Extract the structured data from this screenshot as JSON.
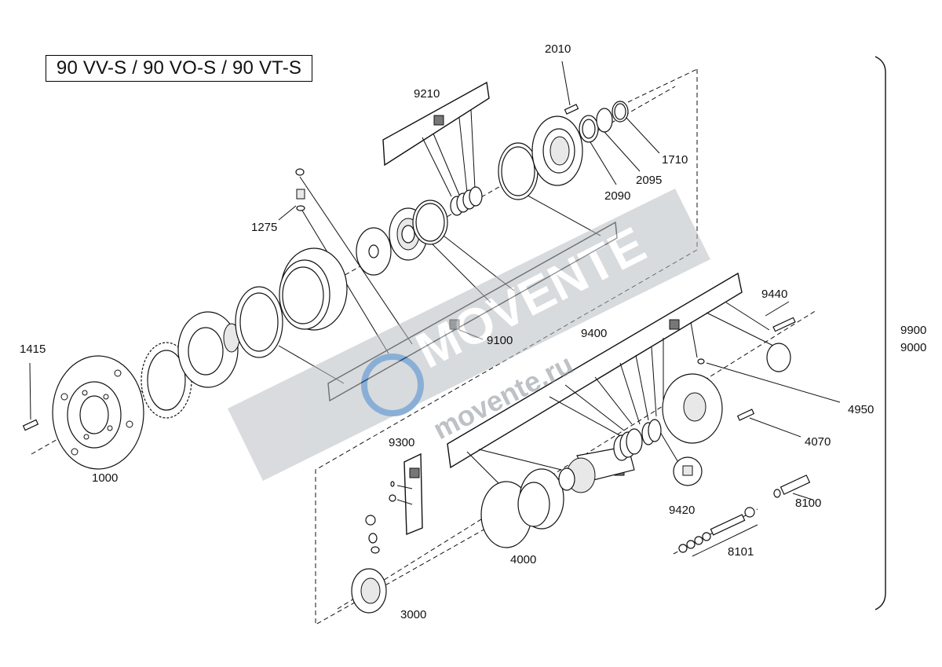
{
  "title": "90 VV-S / 90 VO-S / 90 VT-S",
  "watermark": {
    "brand": "MOVENTE",
    "site": "movente.ru"
  },
  "labels": {
    "p1000": "1000",
    "p1275": "1275",
    "p1415": "1415",
    "p1710": "1710",
    "p2010": "2010",
    "p2090": "2090",
    "p2095": "2095",
    "p3000": "3000",
    "p4000": "4000",
    "p4070": "4070",
    "p4950": "4950",
    "p8100": "8100",
    "p8101": "8101",
    "p9100": "9100",
    "p9210": "9210",
    "p9300": "9300",
    "p9400": "9400",
    "p9420": "9420",
    "p9440": "9440",
    "p9900": "9900",
    "p9000": "9000"
  },
  "colors": {
    "line": "#111111",
    "watermark": "#9aa0a6",
    "watermark_accent": "#2c6fb7"
  }
}
